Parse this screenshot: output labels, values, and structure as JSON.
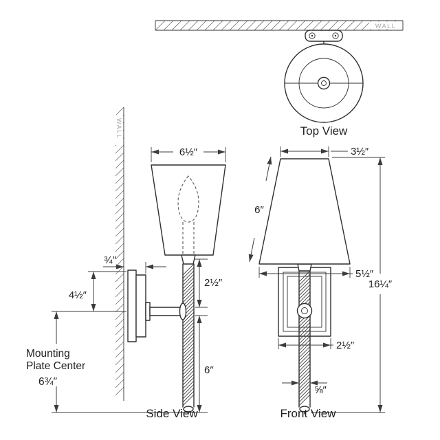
{
  "diagram": {
    "title_top": "Top View",
    "title_side": "Side View",
    "title_front": "Front View"
  },
  "wall": {
    "top": "WALL",
    "side": "WALL"
  },
  "side_view": {
    "shade_width": "6½″",
    "plate_depth": "¾″",
    "plate_top_to_arm": "4½″",
    "shade_to_arm": "2½″",
    "arm_to_bottom": "6″",
    "mounting_word1": "Mounting",
    "mounting_word2": "Plate Center",
    "mounting_height": "6¾″"
  },
  "front_view": {
    "shade_top_width": "3½″",
    "shade_height": "6″",
    "shade_bottom_width": "5½″",
    "overall_height": "16¼″",
    "backplate_width": "2½″",
    "stem_width": "⅝″"
  }
}
